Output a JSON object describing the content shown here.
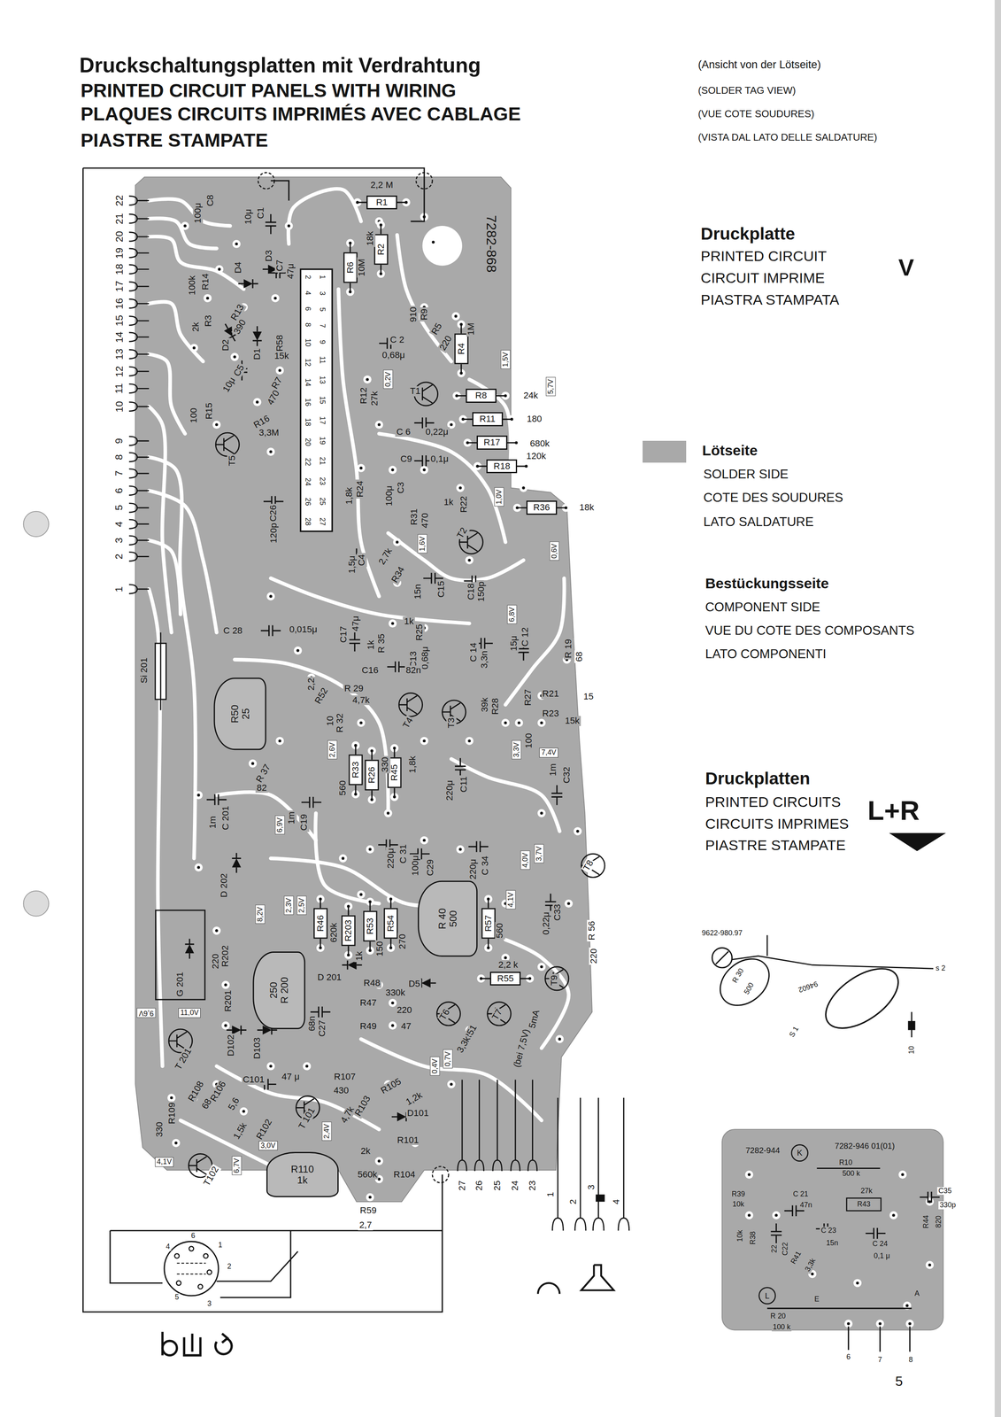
{
  "diagram": {
    "title": "Druckschaltungsplatten mit Verdrahtung",
    "nodes": [
      {
        "text": [
          "R1"
        ]
      },
      {
        "text": [
          "R2"
        ]
      },
      {
        "text": [
          "R6"
        ]
      },
      {
        "text": [
          "R4"
        ]
      },
      {
        "text": [
          "R8"
        ]
      },
      {
        "text": [
          "R11"
        ]
      },
      {
        "text": [
          "R17"
        ]
      },
      {
        "text": [
          "R18"
        ]
      },
      {
        "text": [
          "R36"
        ]
      },
      {
        "text": [
          "R33"
        ]
      },
      {
        "text": [
          "R26"
        ]
      },
      {
        "text": [
          "R45"
        ]
      },
      {
        "text": [
          "R46"
        ]
      },
      {
        "text": [
          "R203"
        ]
      },
      {
        "text": [
          "R53"
        ]
      },
      {
        "text": [
          "R54"
        ]
      },
      {
        "text": [
          "R57"
        ]
      },
      {
        "text": [
          "R55"
        ]
      },
      {
        "text": [
          "R50",
          "25"
        ]
      },
      {
        "text": [
          "R 40",
          "500"
        ]
      },
      {
        "text": [
          "250",
          "R 200"
        ]
      },
      {
        "text": [
          "R110",
          "1k"
        ]
      },
      {
        "text": [
          "G 201"
        ]
      },
      {
        "text": [
          "1,5V"
        ]
      },
      {
        "text": [
          "5,7V"
        ]
      },
      {
        "text": [
          "0,2V"
        ]
      },
      {
        "text": [
          "1,0V"
        ]
      },
      {
        "text": [
          "1,6V"
        ]
      },
      {
        "text": [
          "0,6V"
        ]
      },
      {
        "text": [
          "6,8V"
        ]
      },
      {
        "text": [
          "3,3V"
        ]
      },
      {
        "text": [
          "2,6V"
        ]
      },
      {
        "text": [
          "7,4V"
        ]
      },
      {
        "text": [
          "6,9V"
        ]
      },
      {
        "text": [
          "3,7V"
        ]
      },
      {
        "text": [
          "4,0V"
        ]
      },
      {
        "text": [
          "4,1V"
        ]
      },
      {
        "text": [
          "8,2V"
        ]
      },
      {
        "text": [
          "2,3V"
        ]
      },
      {
        "text": [
          "2,5V"
        ]
      },
      {
        "text": [
          "9,6V"
        ]
      },
      {
        "text": [
          "11,0V"
        ]
      },
      {
        "text": [
          "0,7V"
        ]
      },
      {
        "text": [
          "0,4V"
        ]
      },
      {
        "text": [
          "3,0V"
        ]
      },
      {
        "text": [
          "2,4V"
        ]
      },
      {
        "text": [
          "4,1V"
        ]
      },
      {
        "text": [
          "6,7V"
        ]
      }
    ],
    "labels": [
      "PRINTED CIRCUIT PANELS WITH WIRING",
      "PLAQUES CIRCUITS IMPRIMÉS AVEC CABLAGE",
      "PIASTRE STAMPATE",
      "(Ansicht von der Lötseite)",
      "(SOLDER TAG VIEW)",
      "(VUE COTE SOUDURES)",
      "(VISTA DAL LATO DELLE SALDATURE)",
      "Druckplatte",
      "PRINTED CIRCUIT",
      "CIRCUIT IMPRIME",
      "PIASTRA STAMPATA",
      "V",
      "SOLDER SIDE",
      "COTE DES SOUDURES",
      "LATO SALDATURE",
      "Bestückungsseite",
      "COMPONENT SIDE",
      "VUE DU COTE DES COMPOSANTS",
      "LATO COMPONENTI",
      "Druckplatten",
      "PRINTED CIRCUITS",
      "CIRCUITS IMPRIMES",
      "PIASTRE STAMPATE",
      "L+R",
      "9622-980.97",
      "R 30",
      "500",
      "94602",
      "S 1",
      "s 2",
      "10",
      "7282-944",
      "K",
      "7282-946 01(01)",
      "R10",
      "500 k",
      "R39",
      "10k",
      "C 21",
      "47n",
      "27k",
      "R43",
      "C35",
      "330p",
      "10k",
      "R38",
      "22",
      "C22",
      "C 23",
      "15n",
      "C 24",
      "0,1 μ",
      "R44",
      "820",
      "R41",
      "3,3k",
      "L",
      "E",
      "R 20",
      "100 k",
      "A",
      "6",
      "7",
      "8",
      "5",
      "7282-868",
      "22",
      "21",
      "20",
      "19",
      "18",
      "17",
      "16",
      "15",
      "14",
      "13",
      "12",
      "11",
      "10",
      "9",
      "8",
      "7",
      "6",
      "5",
      "4",
      "3",
      "2",
      "1",
      "Si 201",
      "2,2 M",
      "C8",
      "100μ",
      "C1",
      "10μ",
      "D3",
      "D4",
      "C7",
      "47μ",
      "R14",
      "100k",
      "R3",
      "2k",
      "R13",
      "390",
      "D2",
      "D1",
      "R58",
      "15k",
      "C5",
      "10μ",
      "R7",
      "470",
      "R15",
      "100",
      "R16",
      "3,3M",
      "T5",
      "C26",
      "120p",
      "18k",
      "10M",
      "R9",
      "910",
      "C 2",
      "0,68μ",
      "R5",
      "220",
      "1M",
      "R12",
      "27k",
      "T1",
      "24k",
      "180",
      "C 6",
      "0,22μ",
      "680k",
      "120k",
      "C9",
      "0,1μ",
      "C3",
      "100μ",
      "R22",
      "1k",
      "18k",
      "R31",
      "470",
      "T2",
      "C4",
      "1,5μ",
      "R34",
      "2,7k",
      "C15",
      "15n",
      "C18",
      "150p",
      "C 28",
      "0,015μ",
      "C17",
      "47μ",
      "R 35",
      "1k",
      "R25",
      "1k",
      "C13",
      "0,68μ",
      "C16",
      "82n",
      "C 14",
      "3,3n",
      "C 12",
      "15μ",
      "R 19",
      "68",
      "R21",
      "15",
      "R 29",
      "4,7k",
      "R 32",
      "10",
      "T4",
      "T3",
      "R28",
      "39k",
      "R27",
      "100",
      "R23",
      "15k",
      "R52",
      "2,2",
      "R 37",
      "82",
      "560",
      "330",
      "1,8k",
      "C11",
      "220μ",
      "C32",
      "1m",
      "C 201",
      "1m",
      "C19",
      "1m",
      "D 202",
      "C 31",
      "220μ",
      "C29",
      "100μ",
      "C 34",
      "220μ",
      "T8",
      "620k",
      "1k",
      "150",
      "270",
      "560",
      "C33",
      "0,22μ",
      "R 56",
      "220",
      "T9",
      "2,2 k",
      "D 201",
      "D5",
      "R48",
      "330k",
      "R47",
      "220",
      "R49",
      "47",
      "T6",
      "T7",
      "R51",
      "3,3k",
      "5mA",
      "(bei 7,5V)",
      "C27",
      "68n",
      "R202",
      "220",
      "R201",
      "T 201",
      "D102",
      "D103",
      "C101",
      "47 μ",
      "R107",
      "430",
      "R105",
      "1,2k",
      "R103",
      "4,7k",
      "D101",
      "R108",
      "68",
      "R106",
      "5,6",
      "R109",
      "330",
      "R102",
      "1,5k",
      "T 101",
      "T102",
      "R101",
      "2k",
      "560k",
      "R104",
      "R59",
      "2,7",
      "27",
      "26",
      "25",
      "24",
      "23",
      "1",
      "2",
      "3",
      "4",
      "4",
      "6",
      "1",
      "2",
      "5",
      "3",
      "2 4 6 8 10 12 14 16 18 20 22 24 26 28",
      "1 3 5 7 9 11 13 15 17 19 21 23 25 27",
      "R24",
      "1,8k"
    ],
    "legend": [
      {
        "text": "Lötseite",
        "color": "#a9a9a9"
      }
    ]
  }
}
